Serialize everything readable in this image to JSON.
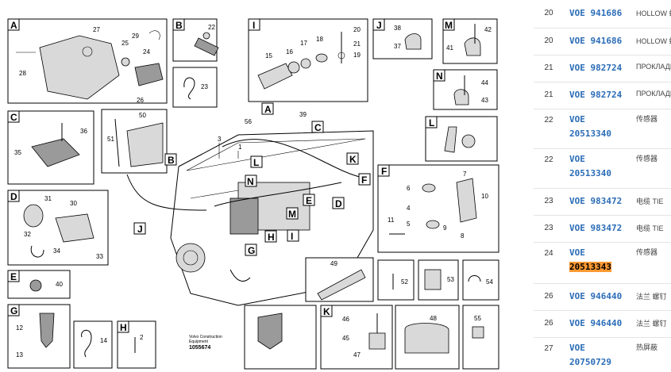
{
  "diagram": {
    "frame_letters": [
      "A",
      "B",
      "C",
      "D",
      "E",
      "G",
      "H",
      "I",
      "J",
      "M",
      "N",
      "L",
      "F",
      "K"
    ],
    "callouts": [
      "1",
      "2",
      "3",
      "4",
      "5",
      "6",
      "7",
      "8",
      "9",
      "10",
      "11",
      "12",
      "13",
      "14",
      "15",
      "16",
      "17",
      "18",
      "19",
      "20",
      "21",
      "22",
      "23",
      "24",
      "25",
      "26",
      "27",
      "28",
      "29",
      "30",
      "31",
      "32",
      "33",
      "34",
      "35",
      "36",
      "37",
      "38",
      "39",
      "40",
      "41",
      "42",
      "43",
      "44",
      "45",
      "46",
      "47",
      "48",
      "49",
      "50",
      "51",
      "52",
      "53",
      "54",
      "55",
      "56"
    ],
    "caption_line1": "Volvo Construction",
    "caption_line2": "Equipment",
    "caption_line3": "1055674"
  },
  "parts_list": {
    "rows": [
      {
        "pos": "20",
        "pn_a": "VOE 941686",
        "pn_b": "",
        "desc": "HOLLOW 螺",
        "highlight": false
      },
      {
        "pos": "20",
        "pn_a": "VOE 941686",
        "pn_b": "",
        "desc": "HOLLOW 螺",
        "highlight": false
      },
      {
        "pos": "21",
        "pn_a": "VOE 982724",
        "pn_b": "",
        "desc": "ПРОКЛАДК",
        "highlight": false
      },
      {
        "pos": "21",
        "pn_a": "VOE 982724",
        "pn_b": "",
        "desc": "ПРОКЛАДК",
        "highlight": false
      },
      {
        "pos": "22",
        "pn_a": "VOE",
        "pn_b": "20513340",
        "desc": "传感器",
        "highlight": false
      },
      {
        "pos": "22",
        "pn_a": "VOE",
        "pn_b": "20513340",
        "desc": "传感器",
        "highlight": false
      },
      {
        "pos": "23",
        "pn_a": "VOE 983472",
        "pn_b": "",
        "desc": "电缆 TIE",
        "highlight": false
      },
      {
        "pos": "23",
        "pn_a": "VOE 983472",
        "pn_b": "",
        "desc": "电缆 TIE",
        "highlight": false
      },
      {
        "pos": "24",
        "pn_a": "VOE",
        "pn_b": "20513343",
        "desc": "传感器",
        "highlight": true
      },
      {
        "pos": "26",
        "pn_a": "VOE 946440",
        "pn_b": "",
        "desc": "法兰 螺钉",
        "highlight": false
      },
      {
        "pos": "26",
        "pn_a": "VOE 946440",
        "pn_b": "",
        "desc": "法兰 螺钉",
        "highlight": false
      },
      {
        "pos": "27",
        "pn_a": "VOE",
        "pn_b": "20750729",
        "desc": "热屏蔽",
        "highlight": false
      }
    ]
  },
  "colors": {
    "link": "#2a6cb7",
    "highlight": "#ff9933",
    "divider": "#e4e4e4"
  }
}
